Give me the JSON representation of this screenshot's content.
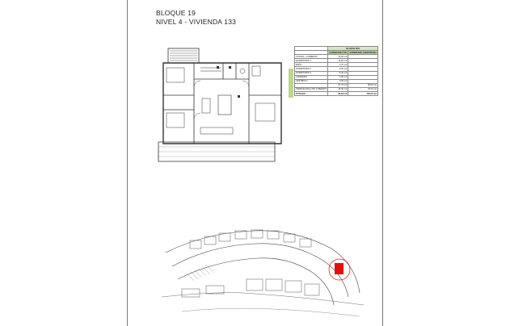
{
  "header": {
    "line1": "BLOQUE 19",
    "line2": "NIVEL 4 - VIVIENDA 133"
  },
  "table": {
    "title": "BLOQUE 8/19",
    "col1": "SUPERFICIE ÚTIL",
    "col2": "SUPERFICIE CONSTRUIDA",
    "rows": [
      {
        "label": "COCINA + COMEDOR",
        "util": "30,00 m2",
        "constr": ""
      },
      {
        "label": "DORMITORIO 1",
        "util": "13,83 m2",
        "constr": ""
      },
      {
        "label": "BAÑO",
        "util": "2,47 m2",
        "constr": ""
      },
      {
        "label": "DORMITORIO 2",
        "util": "9,40 m2",
        "constr": ""
      },
      {
        "label": "DORMITORIO 3",
        "util": "8,40 m2",
        "constr": ""
      },
      {
        "label": "LAVADERO",
        "util": "4,00 m2",
        "constr": ""
      },
      {
        "label": "VESTÍBULO",
        "util": "3,30 m2",
        "constr": ""
      },
      {
        "label": "",
        "util": "67,73 m2",
        "constr": "80,00 m2"
      },
      {
        "label": "TERRAZA INCLUSO CUBIERTO",
        "util": "20,00 m2",
        "constr": "20,00 m2"
      },
      {
        "label": "TOTALES",
        "util": "86,63 m2",
        "constr": "100,00 m2"
      }
    ]
  }
}
